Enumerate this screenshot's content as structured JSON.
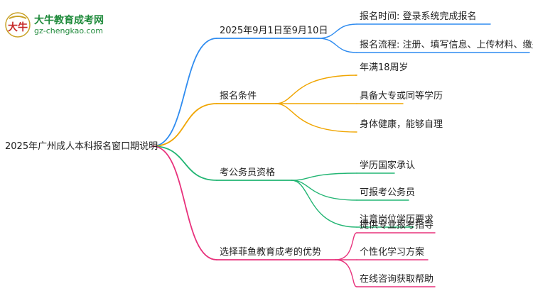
{
  "brand": {
    "logo_text": "大牛",
    "title": "大牛教育成考网",
    "url": "gz-chengkao.com"
  },
  "root": "2025年广州成人本科报名窗口期说明",
  "branches": [
    {
      "label": "2025年9月1日至9月10日",
      "color": "#2f8cf0",
      "children": [
        "报名时间: 登录系统完成报名",
        "报名流程: 注册、填写信息、上传材料、缴费"
      ]
    },
    {
      "label": "报名条件",
      "color": "#f0a500",
      "children": [
        "年满18周岁",
        "具备大专或同等学历",
        "身体健康，能够自理"
      ]
    },
    {
      "label": "考公务员资格",
      "color": "#22b573",
      "children": [
        "学历国家承认",
        "可报考公务员",
        "注意岗位学历要求"
      ]
    },
    {
      "label": "选择菲鱼教育成考的优势",
      "color": "#e8327c",
      "children": [
        "提供专业报考指导",
        "个性化学习方案",
        "在线咨询获取帮助"
      ]
    }
  ]
}
